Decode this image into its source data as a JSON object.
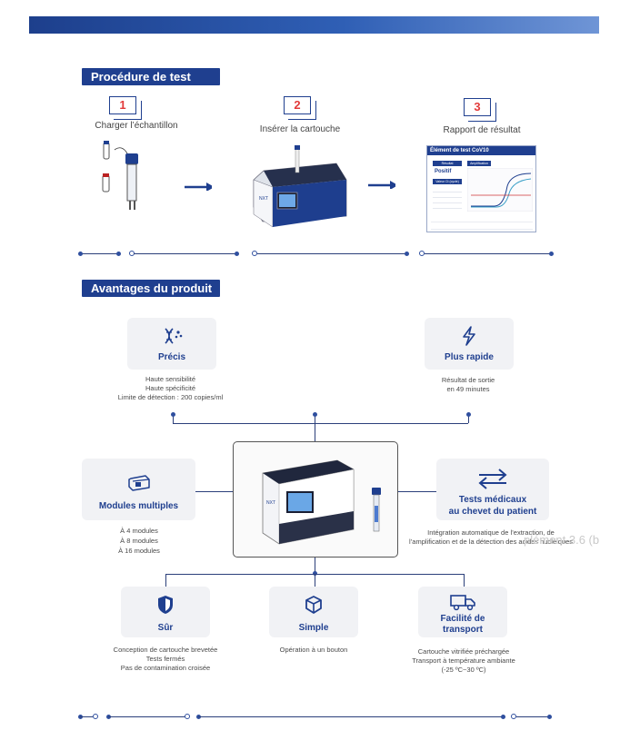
{
  "procedure": {
    "title": "Procédure de test",
    "steps": [
      {
        "num": "1",
        "label": "Charger l’échantillon"
      },
      {
        "num": "2",
        "label": "Insérer la cartouche"
      },
      {
        "num": "3",
        "label": "Rapport de résultat"
      }
    ],
    "report": {
      "header": "Élément de test CoV10",
      "result_label": "Résultat",
      "result_value": "Positif",
      "ct_label": "Valeur Ct (cycle)",
      "chart_label": "Amplification"
    }
  },
  "advantages": {
    "title": "Avantages du produit",
    "cards": {
      "precis": {
        "title": "Précis",
        "icon": "dna-icon",
        "desc": [
          "Haute sensibilité",
          "Haute spécificité",
          "Limite de détection : 200 copies/ml"
        ]
      },
      "rapide": {
        "title": "Plus rapide",
        "icon": "lightning-icon",
        "desc": [
          "Résultat de sortie",
          "en 49 minutes"
        ]
      },
      "modules": {
        "title": "Modules multiples",
        "icon": "device-icon",
        "desc": [
          "À 4 modules",
          "À 8 modules",
          "À 16 modules"
        ]
      },
      "chevet": {
        "title1": "Tests médicaux",
        "title2": "au chevet du patient",
        "icon": "exchange-arrows-icon",
        "desc": [
          "Intégration automatique de l’extraction, de",
          "l’amplification et de la détection des acides nucléiques"
        ]
      },
      "sur": {
        "title": "Sûr",
        "icon": "shield-icon",
        "desc": [
          "Conception de cartouche brevetée",
          "Tests fermés",
          "Pas de contamination croisée"
        ]
      },
      "simple": {
        "title": "Simple",
        "icon": "cube-icon",
        "desc": [
          "Opération à un bouton"
        ]
      },
      "transport": {
        "title1": "Facilité de",
        "title2": "transport",
        "icon": "truck-icon",
        "desc": [
          "Cartouche vitrifiée préchargée",
          "Transport à température ambiante",
          "(-25 ºC~30 ºC)"
        ]
      }
    }
  },
  "watermark": "plément 3.6  (b",
  "colors": {
    "brand": "#1f3f8f",
    "accent_red": "#e23a3a",
    "card_bg": "#f1f2f5"
  }
}
